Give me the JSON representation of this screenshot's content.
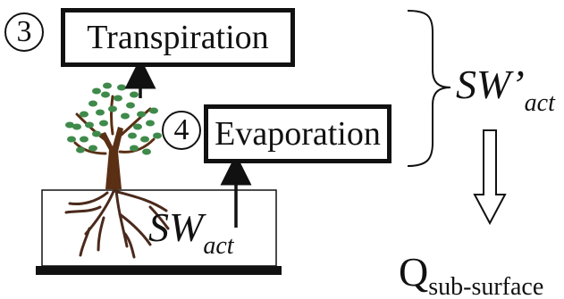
{
  "steps": [
    {
      "number": "3",
      "label": "Transpiration"
    },
    {
      "number": "4",
      "label": "Evaporation"
    }
  ],
  "soil_water": {
    "symbol": "SW",
    "subscript": "act"
  },
  "total_water": {
    "symbol": "SW’",
    "subscript": "act"
  },
  "flow": {
    "symbol": "Q",
    "subscript": "sub-surface"
  },
  "colors": {
    "line": "#111111",
    "foliage": "#3f8a4b",
    "trunk": "#5a2f14",
    "roots": "#4a2a1c"
  },
  "icons": [
    "tree-icon",
    "down-arrow-icon"
  ]
}
